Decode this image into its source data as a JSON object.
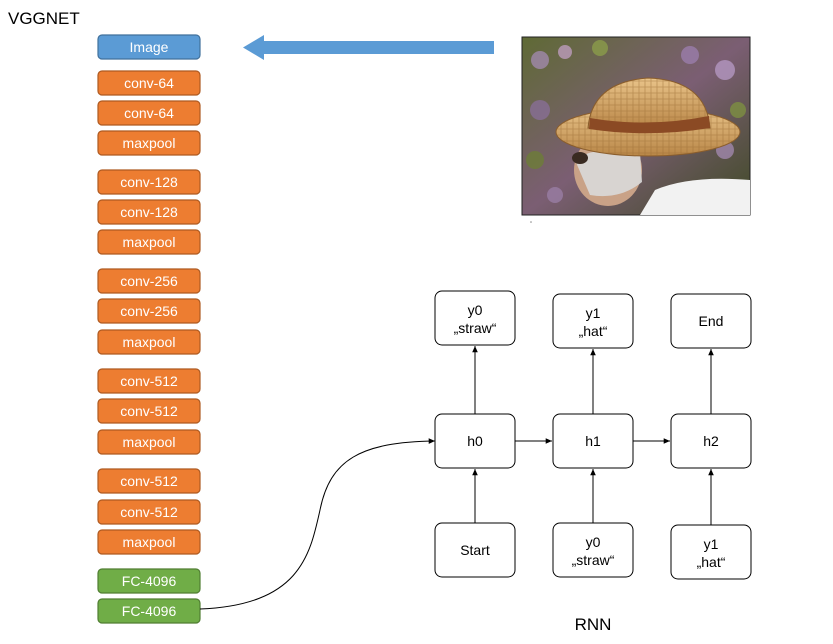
{
  "vggnet": {
    "title": "VGGNET",
    "input_label": "Image",
    "layers": [
      {
        "label": "conv-64",
        "kind": "conv"
      },
      {
        "label": "conv-64",
        "kind": "conv"
      },
      {
        "label": "maxpool",
        "kind": "conv"
      },
      {
        "label": "conv-128",
        "kind": "conv"
      },
      {
        "label": "conv-128",
        "kind": "conv"
      },
      {
        "label": "maxpool",
        "kind": "conv"
      },
      {
        "label": "conv-256",
        "kind": "conv"
      },
      {
        "label": "conv-256",
        "kind": "conv"
      },
      {
        "label": "maxpool",
        "kind": "conv"
      },
      {
        "label": "conv-512",
        "kind": "conv"
      },
      {
        "label": "conv-512",
        "kind": "conv"
      },
      {
        "label": "maxpool",
        "kind": "conv"
      },
      {
        "label": "conv-512",
        "kind": "conv"
      },
      {
        "label": "conv-512",
        "kind": "conv"
      },
      {
        "label": "maxpool",
        "kind": "conv"
      },
      {
        "label": "FC-4096",
        "kind": "fc"
      },
      {
        "label": "FC-4096",
        "kind": "fc"
      }
    ]
  },
  "rnn": {
    "title": "RNN",
    "outputs": [
      {
        "line1": "y0",
        "line2": "„straw“"
      },
      {
        "line1": "y1",
        "line2": "„hat“"
      },
      {
        "line1": "End",
        "line2": ""
      }
    ],
    "hidden": [
      "h0",
      "h1",
      "h2"
    ],
    "inputs": [
      {
        "line1": "Start",
        "line2": ""
      },
      {
        "line1": "y0",
        "line2": "„straw“"
      },
      {
        "line1": "y1",
        "line2": "„hat“"
      }
    ]
  },
  "photo": {
    "subject": "man-in-straw-hat"
  },
  "colors": {
    "image_box": "#5b9bd5",
    "conv_box": "#ed7d31",
    "fc_box": "#70ad47",
    "arrow": "#5b9bd5"
  }
}
